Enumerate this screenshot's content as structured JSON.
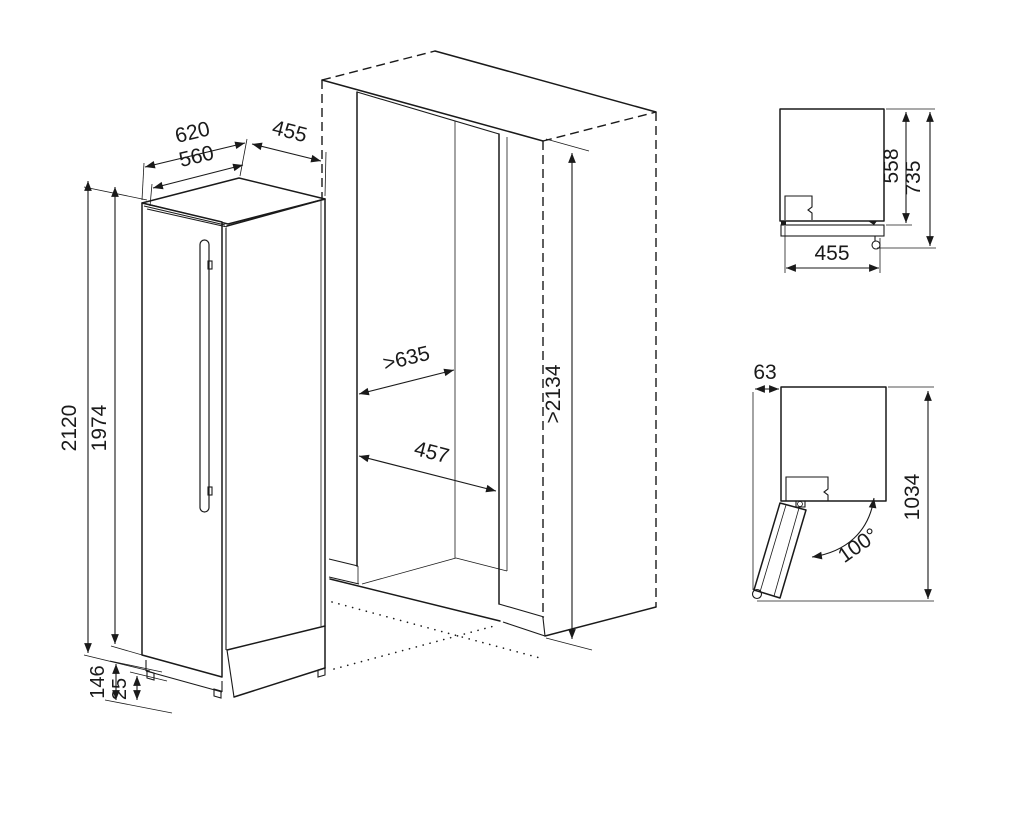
{
  "drawing": {
    "colors": {
      "line": "#1a1a1a",
      "background": "#ffffff"
    },
    "appliance_iso": {
      "dim_depth_total": "620",
      "dim_depth_body": "560",
      "dim_width": "455",
      "dim_height_total": "2120",
      "dim_height_door": "1974",
      "dim_plinth_height": "146",
      "dim_foot_height": "25"
    },
    "niche_iso": {
      "dim_depth_min": ">635",
      "dim_width": "457",
      "dim_height_min": ">2134"
    },
    "top_view": {
      "dim_depth_body": "558",
      "dim_depth_total": "735",
      "dim_width": "455"
    },
    "door_swing_view": {
      "dim_door_protrusion": "63",
      "dim_depth_door_open": "1034",
      "dim_opening_angle": "100°"
    }
  }
}
